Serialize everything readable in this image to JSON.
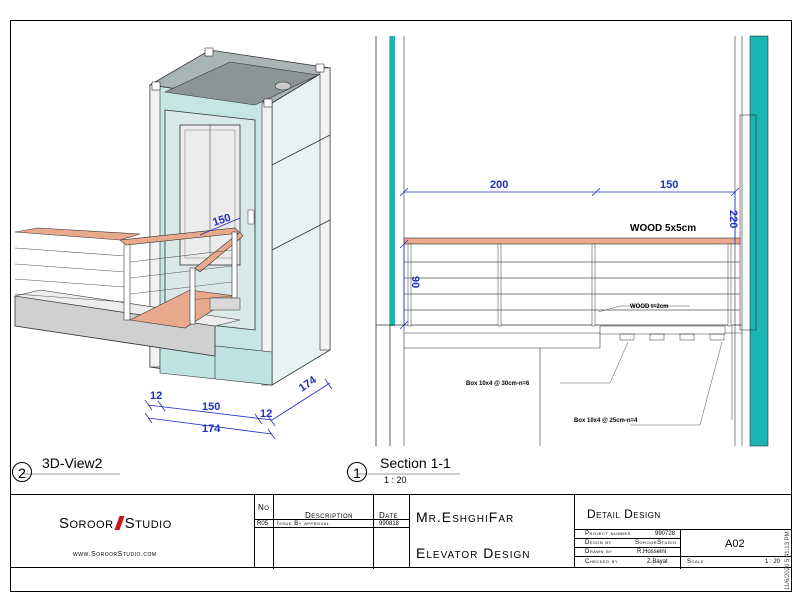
{
  "views": {
    "left": {
      "number": "2",
      "title": "3D-View2"
    },
    "right": {
      "number": "1",
      "title": "Section 1-1",
      "scale": "1 : 20"
    }
  },
  "dims_3d": {
    "d150_top": "150",
    "d12_left": "12",
    "d150_bottom": "150",
    "d12_right": "12",
    "d174_side": "174",
    "d174_bottom": "174"
  },
  "dims_section": {
    "d200": "200",
    "d150": "150",
    "d220": "220",
    "d90": "90",
    "wood_rail": "WOOD 5x5cm",
    "wood_floor": "WOOD t=2cm",
    "box1": "Box 10x4 @ 30cm-n=6",
    "box2": "Box 10x4 @ 25cm-n=4"
  },
  "title_block": {
    "logo_left": "Soroor",
    "logo_right": "Studio",
    "website": "www.SoroorStudio.com",
    "rev_headers": {
      "no": "No",
      "desc": "Description",
      "date": "Date"
    },
    "rev_row": {
      "no": "R05",
      "desc": "Issue By approval",
      "date": "990818"
    },
    "client": "Mr.EshghiFar",
    "project": "Elevator Design",
    "sheet_title": "Detail Design",
    "project_number_label": "Project number",
    "project_number": "990728",
    "design_by_label": "Desgn by",
    "design_by": "SoroorStudio",
    "drawn_by_label": "Drawn by",
    "drawn_by": "R.Hosseini",
    "checked_by_label": "Checked by",
    "checked_by": "Z.Bayat",
    "scale_label": "Scale",
    "scale": "1 : 20",
    "sheet_no": "A02",
    "timestamp": "11/6/2020 5:41:13 PM"
  },
  "colors": {
    "glass": "#bfe3e0",
    "teal": "#1ab5b3",
    "wood": "#e8a98d",
    "dim": "#1f2fbf"
  }
}
